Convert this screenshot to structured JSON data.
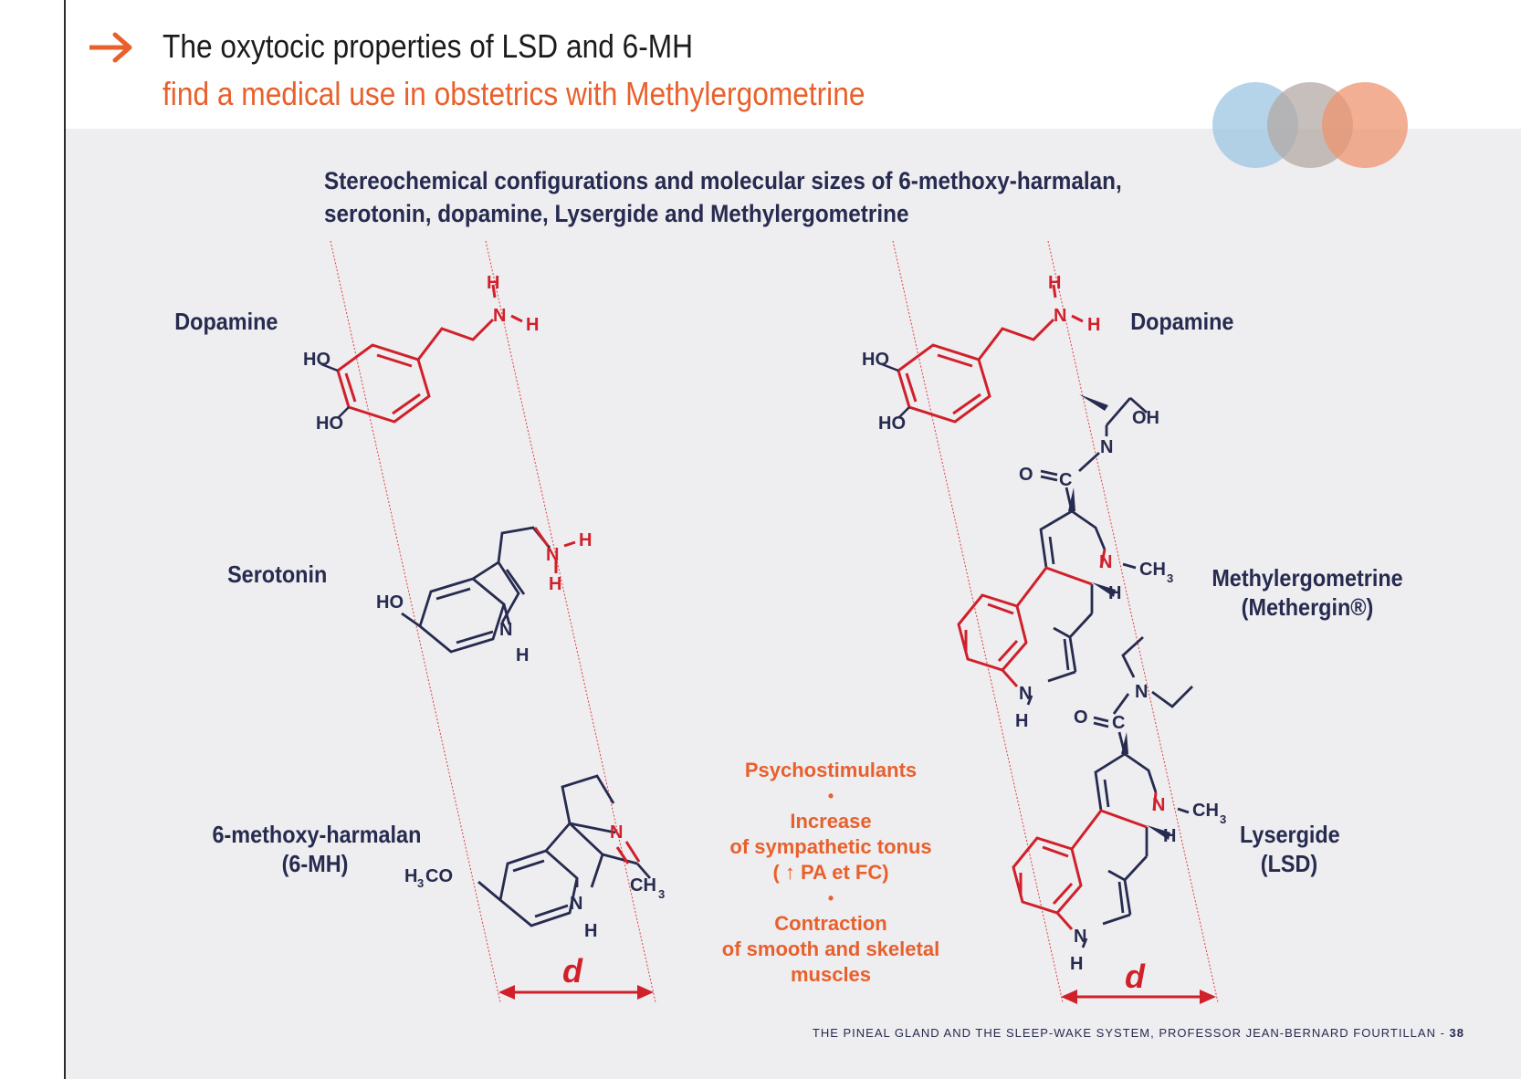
{
  "header": {
    "title_line1": "The oxytocic properties of LSD and 6-MH",
    "title_line2": "find a medical use in obstetrics with Methylergometrine"
  },
  "figure": {
    "subtitle_line1": "Stereochemical configurations and molecular sizes of 6-methoxy-harmalan,",
    "subtitle_line2": "serotonin, dopamine, Lysergide and Methylergometrine",
    "left_labels": {
      "dopamine": "Dopamine",
      "serotonin": "Serotonin",
      "harmalan_line1": "6-methoxy-harmalan",
      "harmalan_line2": "(6-MH)"
    },
    "right_labels": {
      "dopamine": "Dopamine",
      "methylergometrine_line1": "Methylergometrine",
      "methylergometrine_line2": "(Methergin®)",
      "lysergide_line1": "Lysergide",
      "lysergide_line2": "(LSD)"
    },
    "center_text": {
      "line1": "Psychostimulants",
      "bullet": "•",
      "line2": "Increase",
      "line3": "of sympathetic tonus",
      "line4": "( ↑ PA et FC)",
      "line5": "Contraction",
      "line6": "of smooth and skeletal",
      "line7": "muscles"
    },
    "distance_label": "d",
    "atoms": {
      "HO": "HO",
      "H": "H",
      "N": "N",
      "OH": "OH",
      "O": "O",
      "C": "C",
      "CH": "CH",
      "sub3": "3",
      "H3CO_H": "H",
      "H3CO_rest": "CO"
    }
  },
  "colors": {
    "accent_orange": "#e8602c",
    "navy": "#262b4f",
    "bond_red": "#d0202a",
    "panel_bg": "#eeedf0",
    "circle_blue": "#9ec6e2",
    "circle_grey": "#b3aaa6",
    "circle_orange": "#ee9470"
  },
  "footer": {
    "text": "THE PINEAL GLAND AND THE SLEEP-WAKE SYSTEM, PROFESSOR JEAN-BERNARD FOURTILLAN - ",
    "page_number": "38"
  }
}
